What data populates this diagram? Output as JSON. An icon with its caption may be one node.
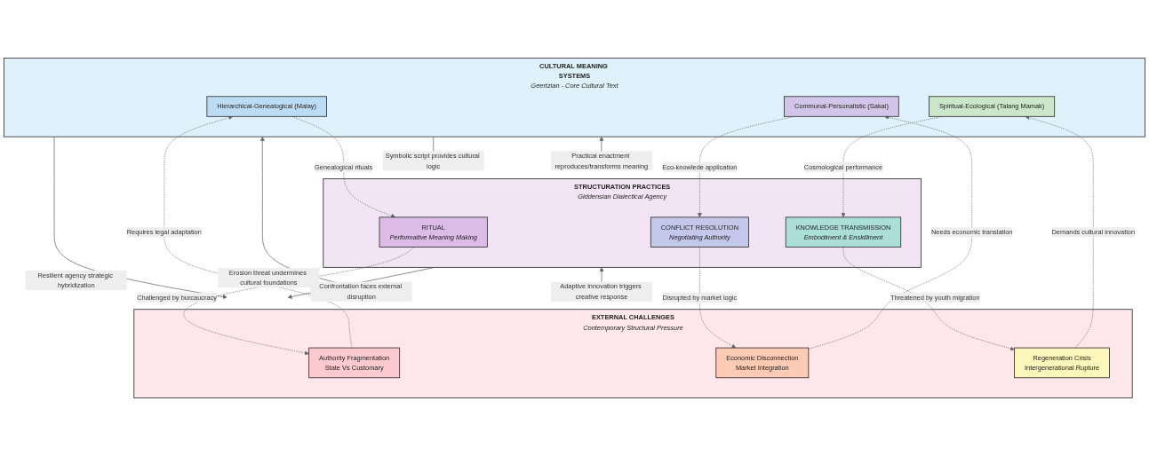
{
  "diagram": {
    "nodes": [
      {
        "text": [
          "CULTURAL MEANING SYSTEMS",
          "Geertzian - Core Cultural Text"
        ]
      },
      {
        "text": [
          "Hierarchical-Genealogical (Malay)"
        ],
        "in": 0
      },
      {
        "text": [
          "Communal-Personalistic (Sakai)"
        ],
        "in": 0
      },
      {
        "text": [
          "Spiritual-Ecological (Talang Mamak)"
        ],
        "in": 0
      },
      {
        "text": [
          "STRUCTURATION PRACTICES",
          "Giddensian Dialectical Agency"
        ]
      },
      {
        "text": [
          "RITUAL",
          "Performative Meaning Making"
        ],
        "in": 4
      },
      {
        "text": [
          "CONFLICT RESOLUTION",
          "Negotiating Authority"
        ],
        "in": 4
      },
      {
        "text": [
          "KNOWLEDGE TRANSMISSION",
          "Embodiment & Enskillment"
        ],
        "in": 4
      },
      {
        "text": [
          "EXTERNAL CHALLENGES",
          "Contemporary Structural Pressure"
        ]
      },
      {
        "text": [
          "Authority Fragmentation",
          "State Vs Customary"
        ],
        "in": 8
      },
      {
        "text": [
          "Economic Disconnection",
          "Market Integration"
        ],
        "in": 8
      },
      {
        "text": [
          "Regeneration Crisis",
          "Intergenerational Rupture"
        ],
        "in": 8
      }
    ],
    "edges": [
      {
        "from": 8,
        "to": 0,
        "arrow": "to",
        "label": "Erosion threat undermines cultural foundations"
      },
      {
        "from": 9,
        "to": 1,
        "arrow": "to",
        "label": "Requires legal adaptation",
        "style": "dashed"
      },
      {
        "from": 0,
        "to": 8,
        "arrow": "to",
        "label": "Resilient agency strategic hybridization"
      },
      {
        "from": 4,
        "to": 0,
        "arrow": "to",
        "label": "Practical enactment reproduces/transforms meaning"
      },
      {
        "from": 0,
        "to": 4,
        "arrow": "to",
        "label": "Symbolic script provides cultural logic"
      },
      {
        "from": 1,
        "to": 5,
        "arrow": "to",
        "label": "Genealogical rituals",
        "style": "dashed"
      },
      {
        "from": 2,
        "to": 6,
        "arrow": "to",
        "label": "Eco-knowlede application",
        "style": "dashed"
      },
      {
        "from": 3,
        "to": 7,
        "arrow": "to",
        "label": "Cosmological performance",
        "style": "dashed"
      },
      {
        "from": 10,
        "to": 2,
        "arrow": "to",
        "label": "Needs economic translation",
        "style": "dashed"
      },
      {
        "from": 11,
        "to": 3,
        "arrow": "to",
        "label": "Demands cultural innovation",
        "style": "dashed"
      },
      {
        "from": 8,
        "to": 4,
        "arrow": "to",
        "label": "Adaptive innovation triggers creative response"
      },
      {
        "from": 4,
        "to": 8,
        "arrow": "to",
        "label": "Confrontation faces external disruption"
      },
      {
        "from": 5,
        "to": 9,
        "arrow": "to",
        "label": "Challenged by burcaucracy",
        "style": "dashed"
      },
      {
        "from": 6,
        "to": 10,
        "arrow": "to",
        "label": "Disrupted by market logic",
        "style": "dashed"
      },
      {
        "from": 7,
        "to": 11,
        "arrow": "to",
        "label": "Threatened by youth migration",
        "style": "dashed"
      }
    ]
  }
}
